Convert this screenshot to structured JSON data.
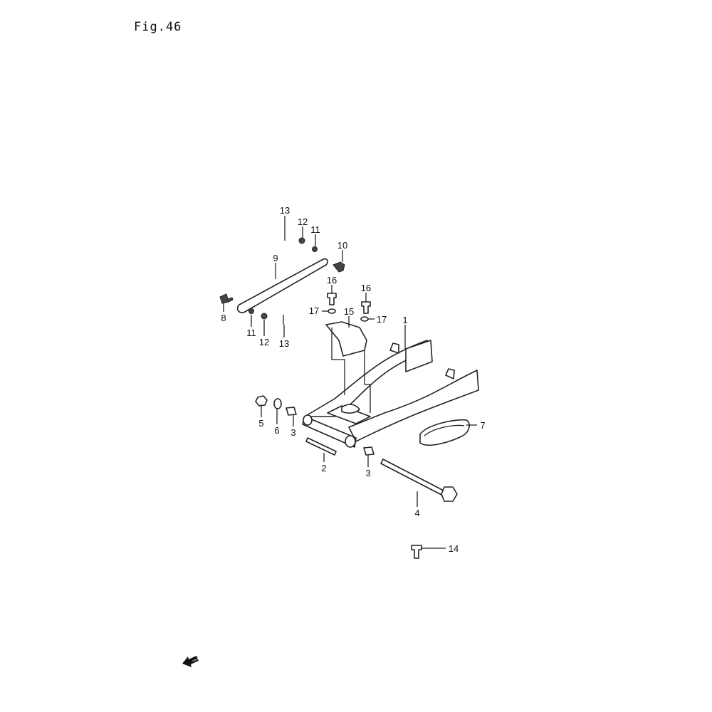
{
  "figure": {
    "title": "Fig.46"
  },
  "callouts": {
    "c1": "1",
    "c2": "2",
    "c3a": "3",
    "c3b": "3",
    "c4": "4",
    "c5": "5",
    "c6": "6",
    "c7": "7",
    "c8": "8",
    "c9": "9",
    "c10": "10",
    "c11a": "11",
    "c11b": "11",
    "c12a": "12",
    "c12b": "12",
    "c13a": "13",
    "c13b": "13",
    "c14": "14",
    "c15": "15",
    "c16a": "16",
    "c16b": "16",
    "c17a": "17",
    "c17b": "17"
  },
  "fwd_arrow": {
    "label": "FWD"
  }
}
